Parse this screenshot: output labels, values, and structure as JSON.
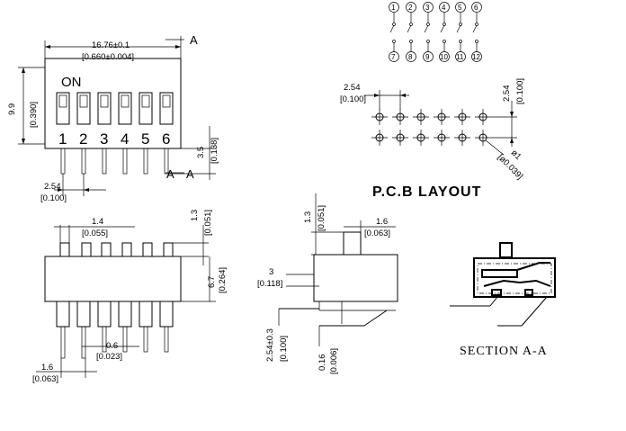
{
  "top_view": {
    "width_dim": "16.76±0.1",
    "width_dim_in": "[0.660±0.004]",
    "section_mark": "A",
    "on_label": "ON",
    "switch_numbers": [
      "1",
      "2",
      "3",
      "4",
      "5",
      "6"
    ],
    "height_dim": "9.9",
    "height_dim_in": "[0.390]",
    "pin_len_dim": "3.5",
    "pin_len_dim_in": "[0.138]",
    "pitch_dim": "2.54",
    "pitch_dim_in": "[0.100]"
  },
  "schematic": {
    "top_pins": [
      "1",
      "2",
      "3",
      "4",
      "5",
      "6"
    ],
    "bottom_pins": [
      "7",
      "8",
      "9",
      "10",
      "11",
      "12"
    ]
  },
  "pcb_layout": {
    "title": "P.C.B LAYOUT",
    "h_pitch": "2.54",
    "h_pitch_in": "[0.100]",
    "v_pitch": "2.54",
    "v_pitch_in": "[0.100]",
    "hole_dia": "ø1",
    "hole_dia_in": "[ø0.039]"
  },
  "front_view": {
    "actuator_dim": "1.4",
    "actuator_dim_in": "[0.055]",
    "actuator_h": "1.3",
    "actuator_h_in": "[0.051]",
    "body_h": "6.7",
    "body_h_in": "[0.264]",
    "pin_w": "0.6",
    "pin_w_in": "[0.023]",
    "pin_sp": "1.6",
    "pin_sp_in": "[0.063]"
  },
  "side_view": {
    "act_h": "1.3",
    "act_h_in": "[0.051]",
    "act_w": "1.6",
    "act_w_in": "[0.063]",
    "body_dim": "3",
    "body_dim_in": "[0.118]",
    "row_sp": "2.54±0.3",
    "row_sp_in": "[0.100]",
    "pin_t": "0.16",
    "pin_t_in": "[0.006]"
  },
  "section": {
    "title": "SECTION A-A"
  }
}
